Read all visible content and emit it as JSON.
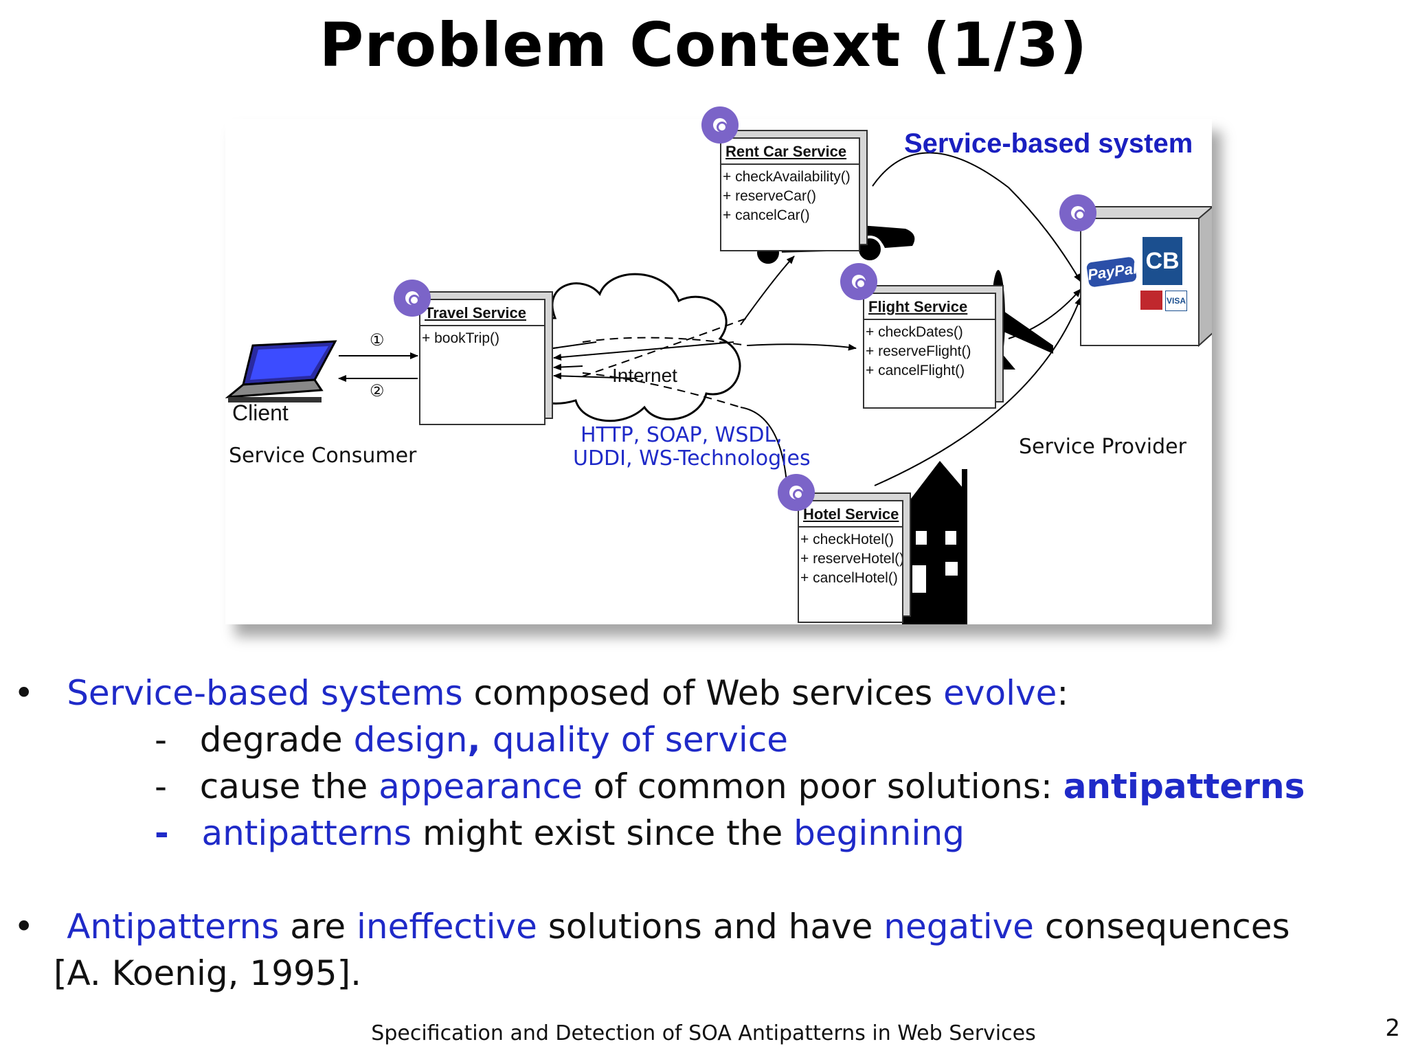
{
  "slide": {
    "title": "Problem Context (1/3)",
    "footer": "Specification and Detection of SOA Antipatterns in Web Services",
    "page_number": "2"
  },
  "diagram": {
    "system_label": "Service-based system",
    "client_label": "Client",
    "consumer_label": "Service Consumer",
    "provider_label": "Service Provider",
    "internet_label": "Internet",
    "protocols_line1": "HTTP, SOAP, WSDL,",
    "protocols_line2": "UDDI, WS-Technologies",
    "step1": "①",
    "step2": "②",
    "travel": {
      "title": "Travel Service",
      "ops": [
        "+ bookTrip()"
      ]
    },
    "rentcar": {
      "title": "Rent Car Service",
      "ops": [
        "+ checkAvailability()",
        "+ reserveCar()",
        "+ cancelCar()"
      ]
    },
    "flight": {
      "title": "Flight Service",
      "ops": [
        "+ checkDates()",
        "+ reserveFlight()",
        "+ cancelFlight()"
      ]
    },
    "hotel": {
      "title": "Hotel Service",
      "ops": [
        "+ checkHotel()",
        "+ reserveHotel()",
        "+ cancelHotel()"
      ]
    },
    "payment": {
      "paypal": "PayPal",
      "cb": "CB",
      "visa": "VISA"
    },
    "colors": {
      "gear": "#7b64c8",
      "accent_blue": "#1f2ac8"
    }
  },
  "bullets": {
    "b1": {
      "marker": "•",
      "t1": "Service-based systems",
      "t2": " composed of Web services ",
      "t3": "evolve",
      "t4": ":"
    },
    "s1": {
      "dash": "-",
      "t1": "degrade ",
      "t2": "design",
      "t3": ", ",
      "t4": "quality of service"
    },
    "s2": {
      "dash": "-",
      "t1": "cause the ",
      "t2": "appearance",
      "t3": " of common poor solutions: ",
      "t4": "antipatterns"
    },
    "s3": {
      "dash": "-",
      "t1": "antipatterns",
      "t2": " might exist since the ",
      "t3": "beginning"
    },
    "b2": {
      "marker": "•",
      "t1": "Antipatterns",
      "t2": " are ",
      "t3": "ineffective",
      "t4": " solutions and have ",
      "t5": "negative",
      "t6": " consequences",
      "line2": "[A. Koenig, 1995]."
    }
  }
}
